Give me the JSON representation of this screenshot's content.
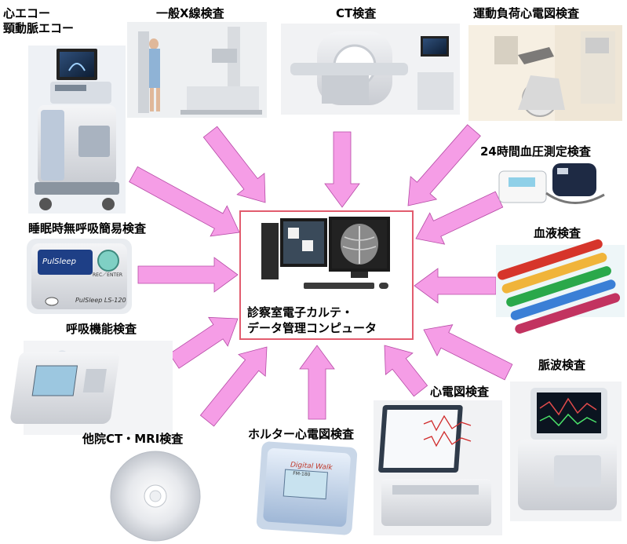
{
  "center": {
    "label": "診察室電子カルテ・\nデータ管理コンピュータ"
  },
  "exams": [
    {
      "id": "echo",
      "label": "心エコー\n頸動脈エコー"
    },
    {
      "id": "xray",
      "label": "一般X線検査"
    },
    {
      "id": "ct",
      "label": "CT検査"
    },
    {
      "id": "stress-ecg",
      "label": "運動負荷心電図検査"
    },
    {
      "id": "bp24",
      "label": "24時間血圧測定検査"
    },
    {
      "id": "blood",
      "label": "血液検査"
    },
    {
      "id": "pulse-wave",
      "label": "脈波検査"
    },
    {
      "id": "ecg",
      "label": "心電図検査"
    },
    {
      "id": "holter",
      "label": "ホルター心電図検査"
    },
    {
      "id": "other-ct-mri",
      "label": "他院CT・MRI検査"
    },
    {
      "id": "respiratory",
      "label": "呼吸機能検査"
    },
    {
      "id": "sleep-apnea",
      "label": "睡眠時無呼吸簡易検査"
    }
  ],
  "devices": {
    "pulsleep_brand": "PulSleep",
    "pulsleep_model": "PulSleep LS-120",
    "pulsleep_button": "REC／ENTER",
    "holter_brand": "Digital Walk",
    "holter_model": "FM-180"
  },
  "colors": {
    "arrow_fill": "#f59de6",
    "arrow_stroke": "#b64aa6",
    "center_border": "#e25c6e"
  }
}
